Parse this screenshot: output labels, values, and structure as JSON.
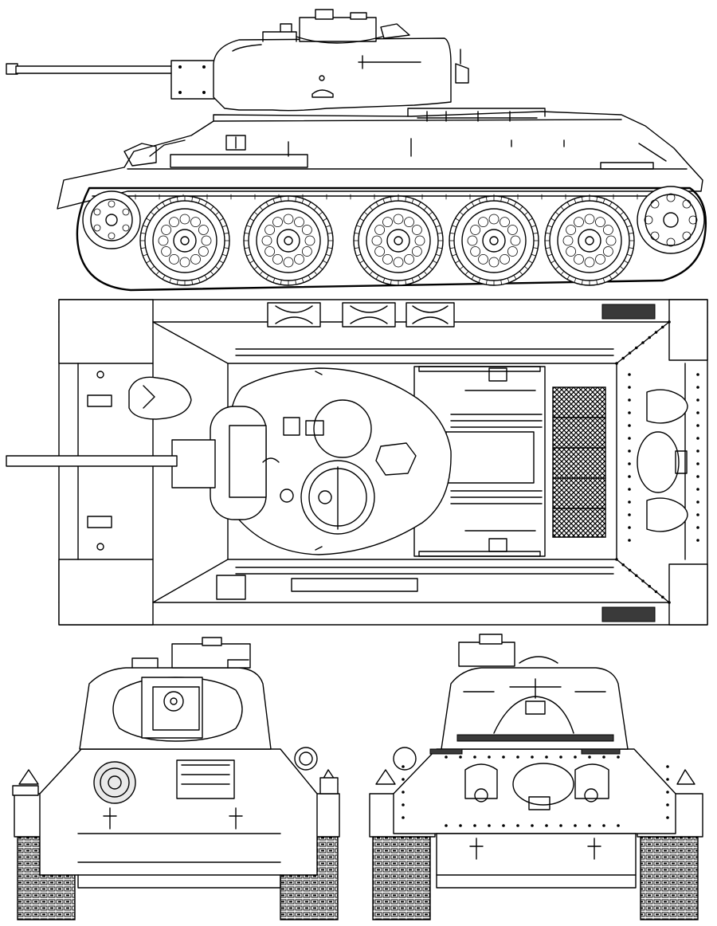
{
  "drawing": {
    "line_color": "#000000",
    "background": "#ffffff",
    "views": [
      "side-view",
      "top-view",
      "front-view",
      "rear-view"
    ]
  }
}
